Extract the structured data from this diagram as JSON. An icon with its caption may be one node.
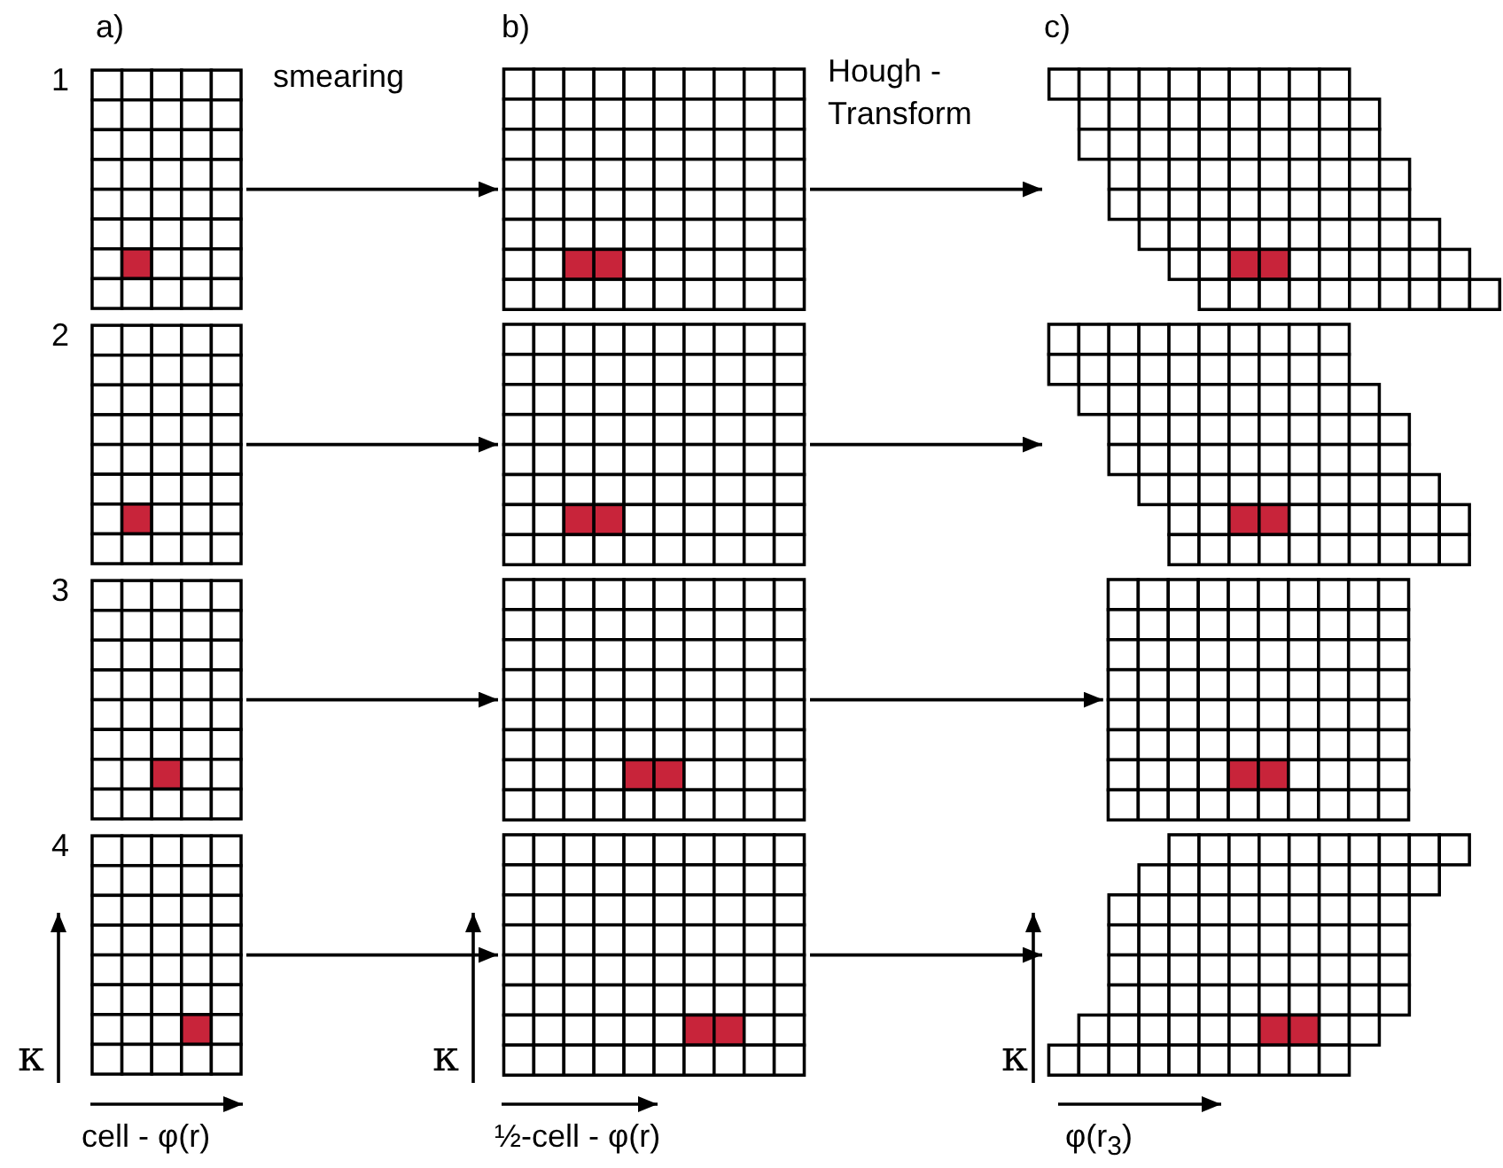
{
  "diagram": {
    "nodes": [
      {
        "text": [],
        "shape": "grid",
        "beside": [
          "1"
        ]
      },
      {
        "text": [],
        "shape": "grid"
      },
      {
        "text": [],
        "shape": "grid"
      },
      {
        "text": [],
        "shape": "grid",
        "beside": [
          "2"
        ]
      },
      {
        "text": [],
        "shape": "grid"
      },
      {
        "text": [],
        "shape": "grid"
      },
      {
        "text": [],
        "shape": "grid",
        "beside": [
          "3"
        ]
      },
      {
        "text": [],
        "shape": "grid"
      },
      {
        "text": [],
        "shape": "grid"
      },
      {
        "text": [],
        "shape": "grid",
        "beside": [
          "4"
        ]
      },
      {
        "text": [],
        "shape": "grid"
      },
      {
        "text": [],
        "shape": "grid"
      }
    ],
    "edges": [
      {
        "from": 0,
        "to": 1,
        "arrow": "to"
      },
      {
        "from": 1,
        "to": 2,
        "arrow": "to"
      },
      {
        "from": 3,
        "to": 4,
        "arrow": "to"
      },
      {
        "from": 4,
        "to": 5,
        "arrow": "to"
      },
      {
        "from": 6,
        "to": 7,
        "arrow": "to"
      },
      {
        "from": 7,
        "to": 8,
        "arrow": "to"
      },
      {
        "from": 9,
        "to": 10,
        "arrow": "to"
      },
      {
        "from": 10,
        "to": 11,
        "arrow": "to"
      }
    ],
    "labels": [
      "a)",
      "b)",
      "c)",
      "smearing",
      "Hough - Transform",
      "κ",
      "cell - φ(r)",
      "κ",
      "½-cell - φ(r)",
      "κ",
      "φ(r$_{3}$)"
    ]
  }
}
